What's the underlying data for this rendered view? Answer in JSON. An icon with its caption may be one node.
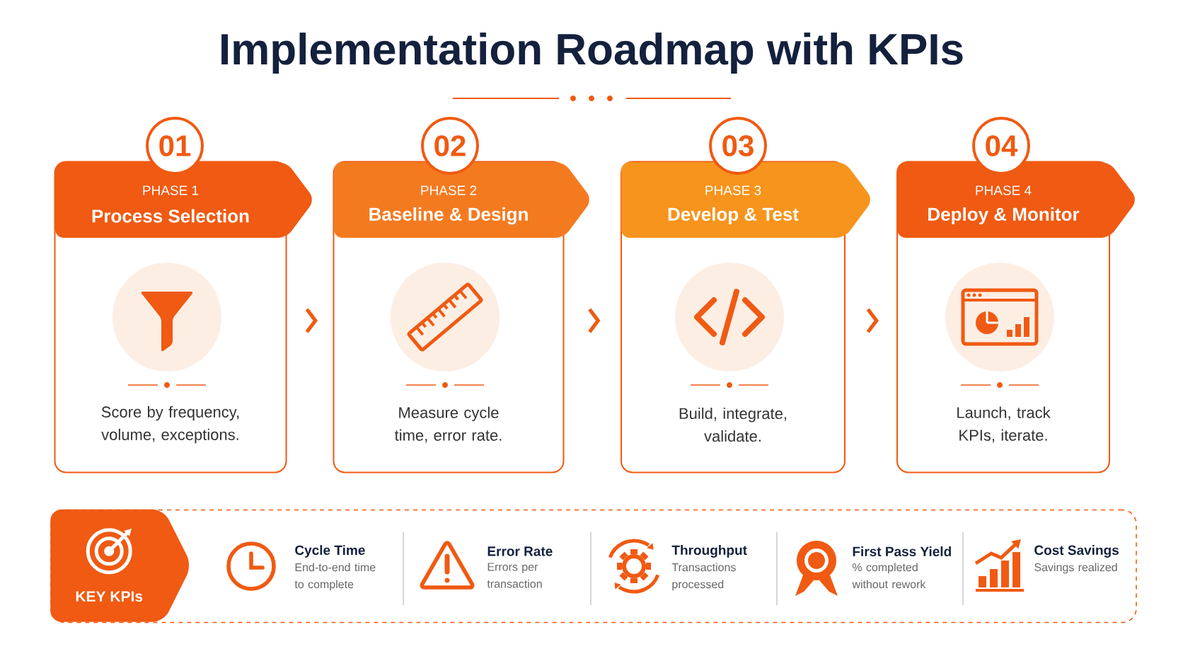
{
  "diagram": {
    "title": "Implementation Roadmap with KPIs",
    "nodes": [
      {
        "text": [
          "PHASE 1",
          "Process Selection",
          "Score by frequency, volume, exceptions."
        ]
      },
      {
        "text": [
          "PHASE 2",
          "Baseline & Design",
          "Measure cycle time, error rate."
        ]
      },
      {
        "text": [
          "PHASE 3",
          "Develop & Test",
          "Build, integrate, validate."
        ]
      },
      {
        "text": [
          "PHASE 4",
          "Deploy & Monitor",
          "Launch, track KPIs, iterate."
        ]
      },
      {
        "text": [
          "01"
        ]
      },
      {
        "text": [
          "02"
        ]
      },
      {
        "text": [
          "03"
        ]
      },
      {
        "text": [
          "04"
        ]
      },
      {
        "text": [],
        "shape": "box"
      },
      {
        "text": [
          "KEY KPIs"
        ],
        "in": 8
      }
    ],
    "edges": [
      {
        "from": 0,
        "to": 1,
        "arrow": "to"
      },
      {
        "from": 1,
        "to": 2,
        "arrow": "to"
      },
      {
        "from": 2,
        "to": 3,
        "arrow": "to"
      }
    ],
    "labels": [
      "Cycle Time",
      "End-to-end time to complete",
      "Error Rate",
      "Errors per transaction",
      "Throughput",
      "Transactions processed",
      "First Pass Yield",
      "% completed without rework",
      "Cost Savings",
      "Savings realized"
    ]
  }
}
